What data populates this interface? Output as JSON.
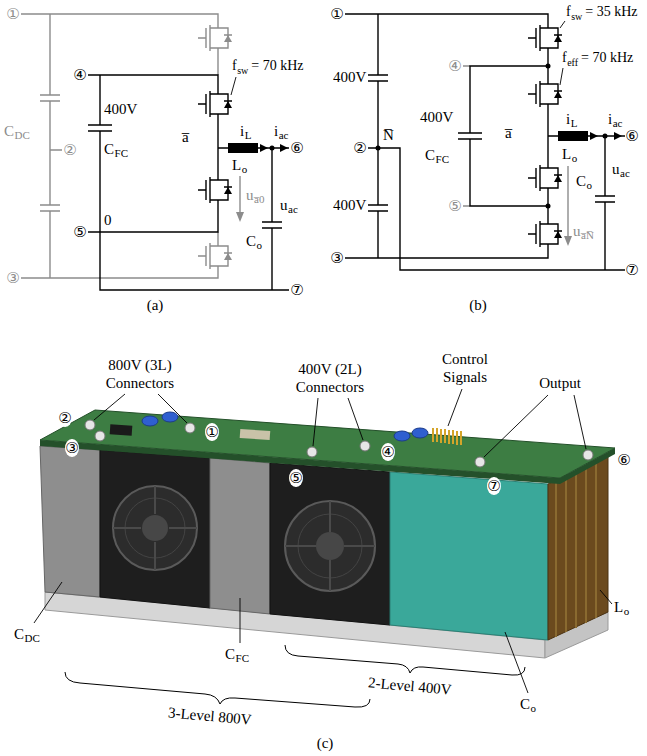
{
  "diagram": {
    "labels": [
      "①",
      "C",
      "DC",
      "②",
      "③",
      "④",
      "400V",
      "C",
      "FC",
      "0",
      "⑤",
      "a̅",
      "f",
      "sw",
      "= 70 kHz",
      "i",
      "L",
      "i",
      "ac",
      "⑥",
      "L",
      "o",
      "u",
      "ac",
      "C",
      "o",
      "u",
      "a̅0",
      "⑦",
      "(a)",
      "①",
      "400V",
      "N̅",
      "②",
      "400V",
      "③",
      "④",
      "400V",
      "C",
      "FC",
      "⑤",
      "a̅",
      "f",
      "sw",
      "= 35 kHz",
      "f",
      "eff",
      "= 70 kHz",
      "i",
      "L",
      "i",
      "ac",
      "⑥",
      "L",
      "o",
      "u",
      "ac",
      "C",
      "o",
      "u",
      "a̅N̅",
      "⑦",
      "(b)",
      "800V (3L) Connectors",
      "②",
      "①",
      "③",
      "400V (2L) Connectors",
      "④",
      "⑤",
      "Control Signals",
      "Output",
      "⑥",
      "⑦",
      "C",
      "DC",
      "C",
      "FC",
      "C",
      "o",
      "L",
      "o",
      "3-Level 800V",
      "2-Level 400V",
      "(c)"
    ]
  }
}
